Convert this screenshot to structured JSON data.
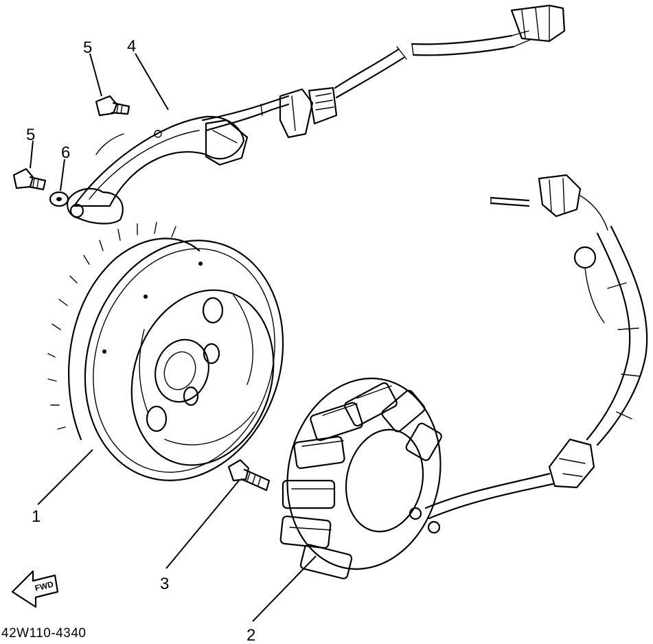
{
  "diagram": {
    "code": "42W110-4340",
    "fwd_label": "FWD",
    "callouts": {
      "flywheel": "1",
      "stator": "2",
      "stator_bolt": "3",
      "pickup_coil": "4",
      "screw_upper": "5",
      "screw_lower": "5",
      "washer": "6"
    }
  }
}
